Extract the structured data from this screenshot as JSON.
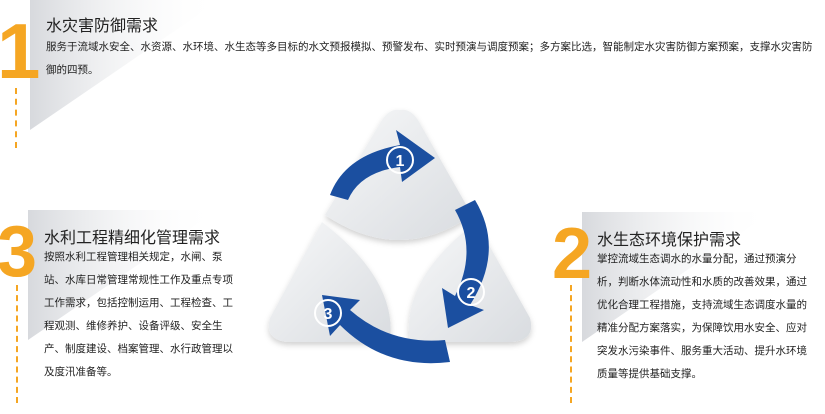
{
  "sections": {
    "flood": {
      "number": "1",
      "title": "水灾害防御需求",
      "body": "服务于流域水安全、水资源、水环境、水生态等多目标的水文预报模拟、预警发布、实时预演与调度预案；多方案比选，智能制定水灾害防御方案预案，支撑水灾害防御的四预。"
    },
    "ecology": {
      "number": "2",
      "title": "水生态环境保护需求",
      "body": "掌控流域生态调水的水量分配，通过预演分析，判断水体流动性和水质的改善效果，通过优化合理工程措施，支持流域生态调度水量的精准分配方案落实，为保障饮用水安全、应对突发水污染事件、服务重大活动、提升水环境质量等提供基础支撑。"
    },
    "engineering": {
      "number": "3",
      "title": "水利工程精细化管理需求",
      "body": "按照水利工程管理相关规定，水闸、泵站、水库日常管理常规性工作及重点专项工作需求，包括控制运用、工程检查、工程观测、维修养护、设备评级、安全生产、制度建设、档案管理、水行政管理以及度汛准备等。"
    }
  },
  "cycle": {
    "labels": [
      "1",
      "2",
      "3"
    ]
  },
  "colors": {
    "accent": "#f5a623",
    "arrow": "#1b4fa0",
    "triangle": "#e9ebee"
  }
}
